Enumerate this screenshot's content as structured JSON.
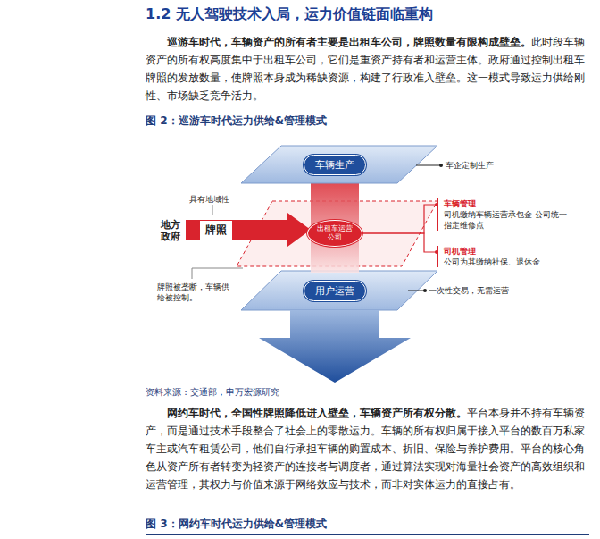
{
  "diagram": {
    "title": "1.2 无人驾驶技术入局，运力价值链面临重构",
    "caption": "图 2：巡游车时代运力供给&管理模式",
    "nodes": [
      {
        "text": [
          "车辆生产"
        ]
      },
      {
        "text": [
          "牌照"
        ]
      },
      {
        "text": [
          "出租车运营公司"
        ]
      },
      {
        "text": [
          "车辆管理",
          "司机缴纳车辆运营承包金 公司统一指定维修点"
        ]
      },
      {
        "text": [
          "司机管理",
          "公司为其缴纳社保、退休金"
        ]
      },
      {
        "text": [
          "用户运营"
        ]
      }
    ],
    "edges": [
      {
        "from": 2,
        "to": 3,
        "arrow": "none"
      },
      {
        "from": 2,
        "to": 4,
        "arrow": "none"
      }
    ],
    "labels": [
      "巡游车时代，车辆资产的所有者主要是出租车公司，牌照数量有限构成壁垒。",
      "此时段车辆资产的所有权高度集中于出租车公司，它们是重资产持有者和运营主体。政府通过控制出租车牌照的发放数量，使牌照本身成为稀缺资源，构建了行政准入壁垒。这一模式导致运力供给刚性、市场缺乏竞争活力。",
      "具有地域性",
      "地方政府",
      "车企定制生产",
      "牌照被垄断，车辆供给被控制。",
      "一次性交易，无需运营",
      "资料来源：交通部，申万宏源研究",
      "网约车时代，全国性牌照降低进入壁垒，车辆资产所有权分散。",
      "平台本身并不持有车辆资产，而是通过技术手段整合了社会上的零散运力。车辆的所有权归属于接入平台的数百万私家车主或汽车租赁公司，他们自行承担车辆的购置成本、折旧、保险与养护费用。平台的核心角色从资产所有者转变为轻资产的连接者与调度者，通过算法实现对海量社会资产的高效组织和运营管理，其权力与价值来源于网络效应与技术，而非对实体运力的直接占有。",
      "图 3：网约车时代运力供给&管理模式"
    ]
  }
}
